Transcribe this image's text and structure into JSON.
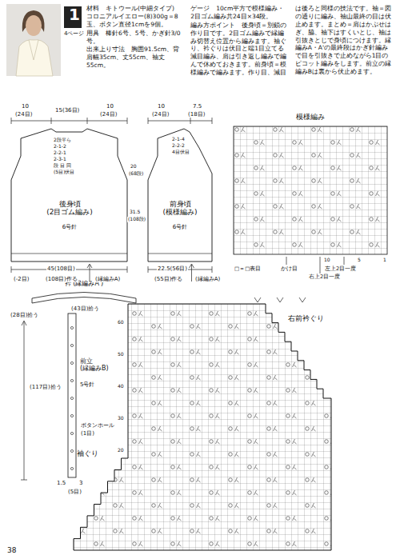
{
  "diagram": {
    "nodes": [
      {
        "text": [
          "後身頃 (2目ゴム編み)",
          "6号針"
        ]
      },
      {
        "text": [
          "前身頃 (模様編み)",
          "6号針"
        ]
      },
      {
        "text": [
          "衿 (縁編みA')"
        ]
      },
      {
        "text": [
          "前立 (縁編みB)",
          "5号針"
        ]
      },
      {
        "text": [
          "模様編み"
        ]
      },
      {
        "text": [
          "右前衿ぐり",
          "袖ぐり"
        ]
      }
    ],
    "labels": [
      "材料　キトウール(中細タイプ)　コロニアルイエロー(8)300g＝8玉、ボタン直径1cmを9個。",
      "用具　棒針6号、5号、かぎ針3/0号。",
      "出来上り寸法　胸囲91.5cm、背肩幅35cm、丈55cm、袖丈55cm。",
      "ゲージ　10cm平方で模様編み・2目ゴム編み共24目×34段。",
      "編み方ポイント　後身頃＝別鎖の作り目です。2目ゴム編みで縁編み切替え位置から編みます。袖ぐり、衿ぐりは伏目と端1目立てる減目編み、肩は引き返し編みで編んで休めておきます。前身頃＝模様編みで編みます。作り目、減目は後ろと同様の技法です。袖＝図の通りに編み、袖山最終の目は伏止めます。まとめ＝肩はかぶせはぎ、脇、袖下はすくいとじ、袖は引抜きとじで身頃につけます。縁編みA・A'の最終段はかぎ針編みで目を引抜きで止めながら1目のピコット編みをします。前立の縁編みBは裏から伏止めます。",
      "1",
      "4ページ",
      "10",
      "(24目)",
      "15(36目)",
      "10",
      "(24目)",
      "2段平ら",
      "2-1-2",
      "2-2-1",
      "2-3-1",
      "段 目 回",
      "(5目)伏目",
      "20",
      "(68段)",
      "31.5",
      "(108段)",
      "45(108目)",
      "(108目)作る",
      "(縁編みA)",
      "(-2目)",
      "10",
      "(24目)",
      "7.5",
      "(18目)",
      "2-1-4",
      "2-2-2",
      "4目伏目",
      "22.5(56目)",
      "(55目)作る",
      "(縁編みA)",
      "10",
      "5",
      "1",
      "□＝□表目",
      "かけ目",
      "左上2目一度",
      "右上2目一度",
      "(43目)拾う",
      "(28目)拾う",
      "(117目)拾う",
      "ボタンホール",
      "(1目)",
      "1.5",
      "3",
      "(5目)",
      "60",
      "50",
      "40",
      "30",
      "20",
      "38"
    ]
  }
}
